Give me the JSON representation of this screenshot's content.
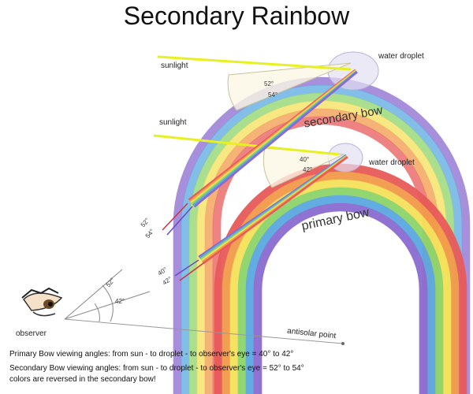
{
  "title": "Secondary Rainbow",
  "labels": {
    "sunlight_top": "sunlight",
    "sunlight_mid": "sunlight",
    "water_droplet_top": "water droplet",
    "water_droplet_mid": "water droplet",
    "secondary_bow": "secondary bow",
    "primary_bow": "primary bow",
    "observer": "observer",
    "antisolar_point": "antisolar point"
  },
  "angles": {
    "top_droplet": [
      "52°",
      "54°"
    ],
    "mid_droplet": [
      "40°",
      "42°"
    ],
    "secondary_rays": [
      "52°",
      "54°"
    ],
    "primary_rays": [
      "40°",
      "42°"
    ],
    "observer_outer": "52°",
    "observer_inner": "42°"
  },
  "captions": {
    "line1": "Primary Bow viewing angles: from sun - to droplet - to observer's eye = 40° to 42°",
    "line2": "Secondary Bow viewing angles: from sun - to droplet - to observer's eye = 52° to 54°",
    "line3": "colors are reversed in the secondary bow!"
  },
  "colors": {
    "sunlight": "#e8f020",
    "spectrum": [
      "#e85a5a",
      "#f29a4a",
      "#f4e05a",
      "#8cd46a",
      "#5aa8e0",
      "#8a6ad0"
    ]
  }
}
